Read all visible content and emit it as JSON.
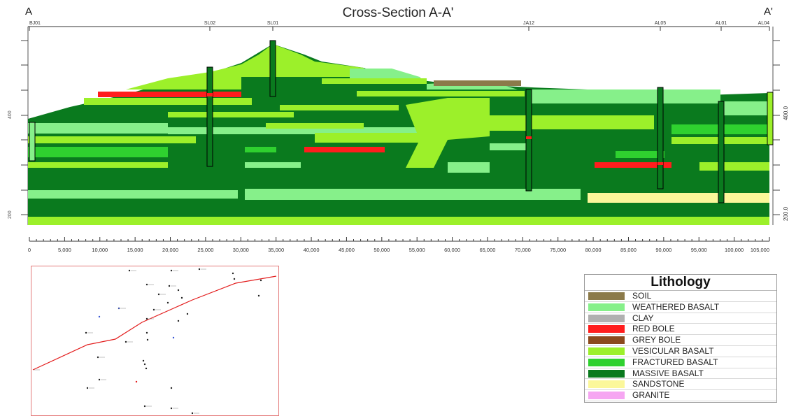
{
  "title": "Cross-Section A-A'",
  "end_left": "A",
  "end_right": "A'",
  "boreholes": [
    "BJ01",
    "SL02",
    "SL01",
    "JA12",
    "AL05",
    "AL01",
    "AL04"
  ],
  "left_axis_labels": [
    "400",
    "200"
  ],
  "right_axis_labels": [
    "400.0",
    "200.0"
  ],
  "distance_ticks": [
    "0",
    "5,000",
    "10,000",
    "15,000",
    "20,000",
    "25,000",
    "30,000",
    "35,000",
    "40,000",
    "45,000",
    "50,000",
    "55,000",
    "60,000",
    "65,000",
    "70,000",
    "75,000",
    "80,000",
    "85,000",
    "90,000",
    "95,000",
    "100,000",
    "105,000"
  ],
  "legend": {
    "title": "Lithology",
    "items": [
      {
        "label": "SOIL",
        "color": "#8b7a4a",
        "icon": "soil-swatch"
      },
      {
        "label": "WEATHERED BASALT",
        "color": "#86f08a",
        "icon": "weathered-basalt-swatch"
      },
      {
        "label": "CLAY",
        "color": "#b0b0b0",
        "icon": "clay-swatch"
      },
      {
        "label": "RED BOLE",
        "color": "#ff1d1d",
        "icon": "red-bole-swatch"
      },
      {
        "label": "GREY BOLE",
        "color": "#8b4a1e",
        "icon": "grey-bole-swatch"
      },
      {
        "label": "VESICULAR BASALT",
        "color": "#9cf02a",
        "icon": "vesicular-basalt-swatch"
      },
      {
        "label": "FRACTURED BASALT",
        "color": "#2fd12f",
        "icon": "fractured-basalt-swatch"
      },
      {
        "label": "MASSIVE BASALT",
        "color": "#0a7a1e",
        "icon": "massive-basalt-swatch"
      },
      {
        "label": "SANDSTONE",
        "color": "#fbf79a",
        "icon": "sandstone-swatch"
      },
      {
        "label": "GRANITE",
        "color": "#f6a6f2",
        "icon": "granite-swatch"
      }
    ]
  }
}
